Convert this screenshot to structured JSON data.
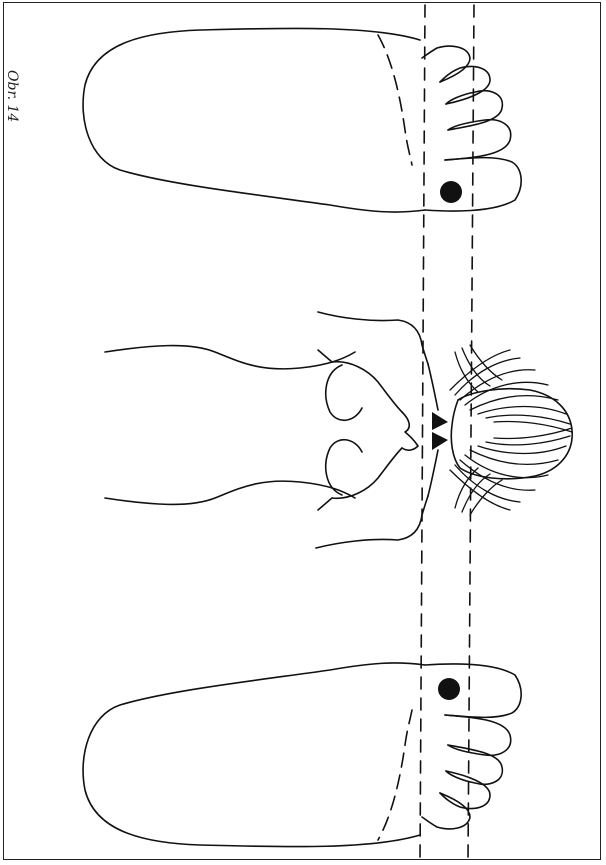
{
  "caption": "Obr. 14",
  "colors": {
    "ink": "#111111",
    "paper": "#ffffff"
  },
  "figure": {
    "subjects": [
      "right-foot-sole",
      "head-neck-shoulders",
      "left-foot-sole"
    ],
    "markers": [
      "reflex-point-right-foot",
      "reflex-point-left-foot"
    ],
    "guides": [
      "dashed-guide-line-left",
      "dashed-guide-line-right"
    ]
  }
}
